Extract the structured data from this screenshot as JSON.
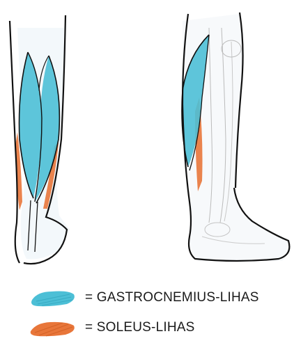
{
  "colors": {
    "gastrocnemius": "#4cbfd6",
    "soleus": "#e8763a",
    "outline": "#111111",
    "bone": "#b8b8b8"
  },
  "legend": [
    {
      "label": "= GASTROCNEMIUS-LIHAS",
      "color_key": "gastrocnemius"
    },
    {
      "label": "= SOLEUS-LIHAS",
      "color_key": "soleus"
    }
  ]
}
